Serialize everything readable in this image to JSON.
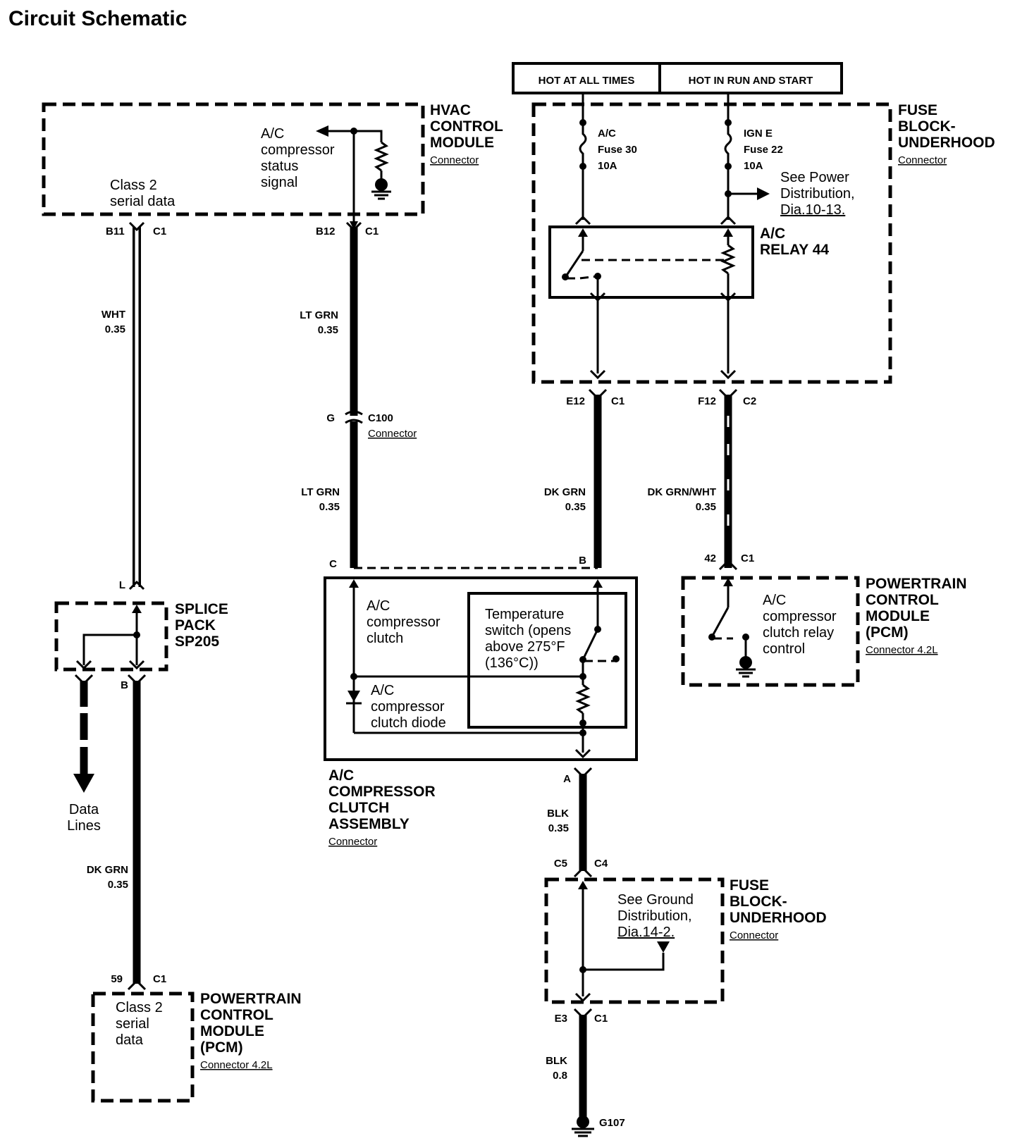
{
  "title": "Circuit Schematic",
  "power_labels": {
    "hot_all_times": "HOT AT ALL TIMES",
    "hot_run_start": "HOT IN RUN AND START"
  },
  "hvac_module": {
    "name_lines": [
      "HVAC",
      "CONTROL",
      "MODULE"
    ],
    "connector": "Connector",
    "signal_lines": [
      "A/C",
      "compressor",
      "status",
      "signal"
    ],
    "class2_lines": [
      "Class 2",
      "serial data"
    ],
    "pin_b11": "B11",
    "pin_b11_conn": "C1",
    "pin_b12": "B12",
    "pin_b12_conn": "C1"
  },
  "fuse_block_top": {
    "name_lines": [
      "FUSE",
      "BLOCK-",
      "UNDERHOOD"
    ],
    "connector": "Connector",
    "fuse_ac_lines": [
      "A/C",
      "Fuse 30",
      "10A"
    ],
    "fuse_ign_lines": [
      "IGN E",
      "Fuse 22",
      "10A"
    ],
    "power_ref_lines": [
      "See Power",
      "Distribution,",
      "Dia.10-13."
    ],
    "relay_lines": [
      "A/C",
      "RELAY 44"
    ],
    "pin_e12": "E12",
    "pin_e12_conn": "C1",
    "pin_f12": "F12",
    "pin_f12_conn": "C2"
  },
  "wires": {
    "wht": [
      "WHT",
      "0.35"
    ],
    "ltgrn_upper": [
      "LT GRN",
      "0.35"
    ],
    "ltgrn_lower": [
      "LT GRN",
      "0.35"
    ],
    "dkgrn_mid": [
      "DK GRN",
      "0.35"
    ],
    "dkgrnwht": [
      "DK GRN/WHT",
      "0.35"
    ],
    "dkgrn_left": [
      "DK GRN",
      "0.35"
    ],
    "blk_upper": [
      "BLK",
      "0.35"
    ],
    "blk_lower": [
      "BLK",
      "0.8"
    ]
  },
  "c100": {
    "pin": "G",
    "name": "C100",
    "connector": "Connector"
  },
  "splice": {
    "name_lines": [
      "SPLICE",
      "PACK",
      "SP205"
    ],
    "pin_l": "L",
    "pin_b": "B",
    "data_lines": [
      "Data",
      "Lines"
    ]
  },
  "pcm_right": {
    "name_lines": [
      "POWERTRAIN",
      "CONTROL",
      "MODULE",
      "(PCM)"
    ],
    "connector": "Connector 4.2L",
    "signal_lines": [
      "A/C",
      "compressor",
      "clutch relay",
      "control"
    ],
    "pin": "42",
    "pin_conn": "C1"
  },
  "pcm_left": {
    "name_lines": [
      "POWERTRAIN",
      "CONTROL",
      "MODULE",
      "(PCM)"
    ],
    "connector": "Connector 4.2L",
    "class2_lines": [
      "Class 2",
      "serial",
      "data"
    ],
    "pin": "59",
    "pin_conn": "C1"
  },
  "compressor": {
    "name_lines": [
      "A/C",
      "COMPRESSOR",
      "CLUTCH",
      "ASSEMBLY"
    ],
    "connector": "Connector",
    "clutch_lines": [
      "A/C",
      "compressor",
      "clutch"
    ],
    "diode_lines": [
      "A/C",
      "compressor",
      "clutch diode"
    ],
    "temp_lines": [
      "Temperature",
      "switch (opens",
      "above 275°F",
      "(136°C))"
    ],
    "pin_c": "C",
    "pin_b": "B",
    "pin_a": "A"
  },
  "fuse_block_bottom": {
    "name_lines": [
      "FUSE",
      "BLOCK-",
      "UNDERHOOD"
    ],
    "connector": "Connector",
    "ground_ref_lines": [
      "See Ground",
      "Distribution,",
      "Dia.14-2."
    ],
    "pin_c5": "C5",
    "pin_c4": "C4",
    "pin_e3": "E3",
    "pin_e3_conn": "C1"
  },
  "ground": "G107"
}
